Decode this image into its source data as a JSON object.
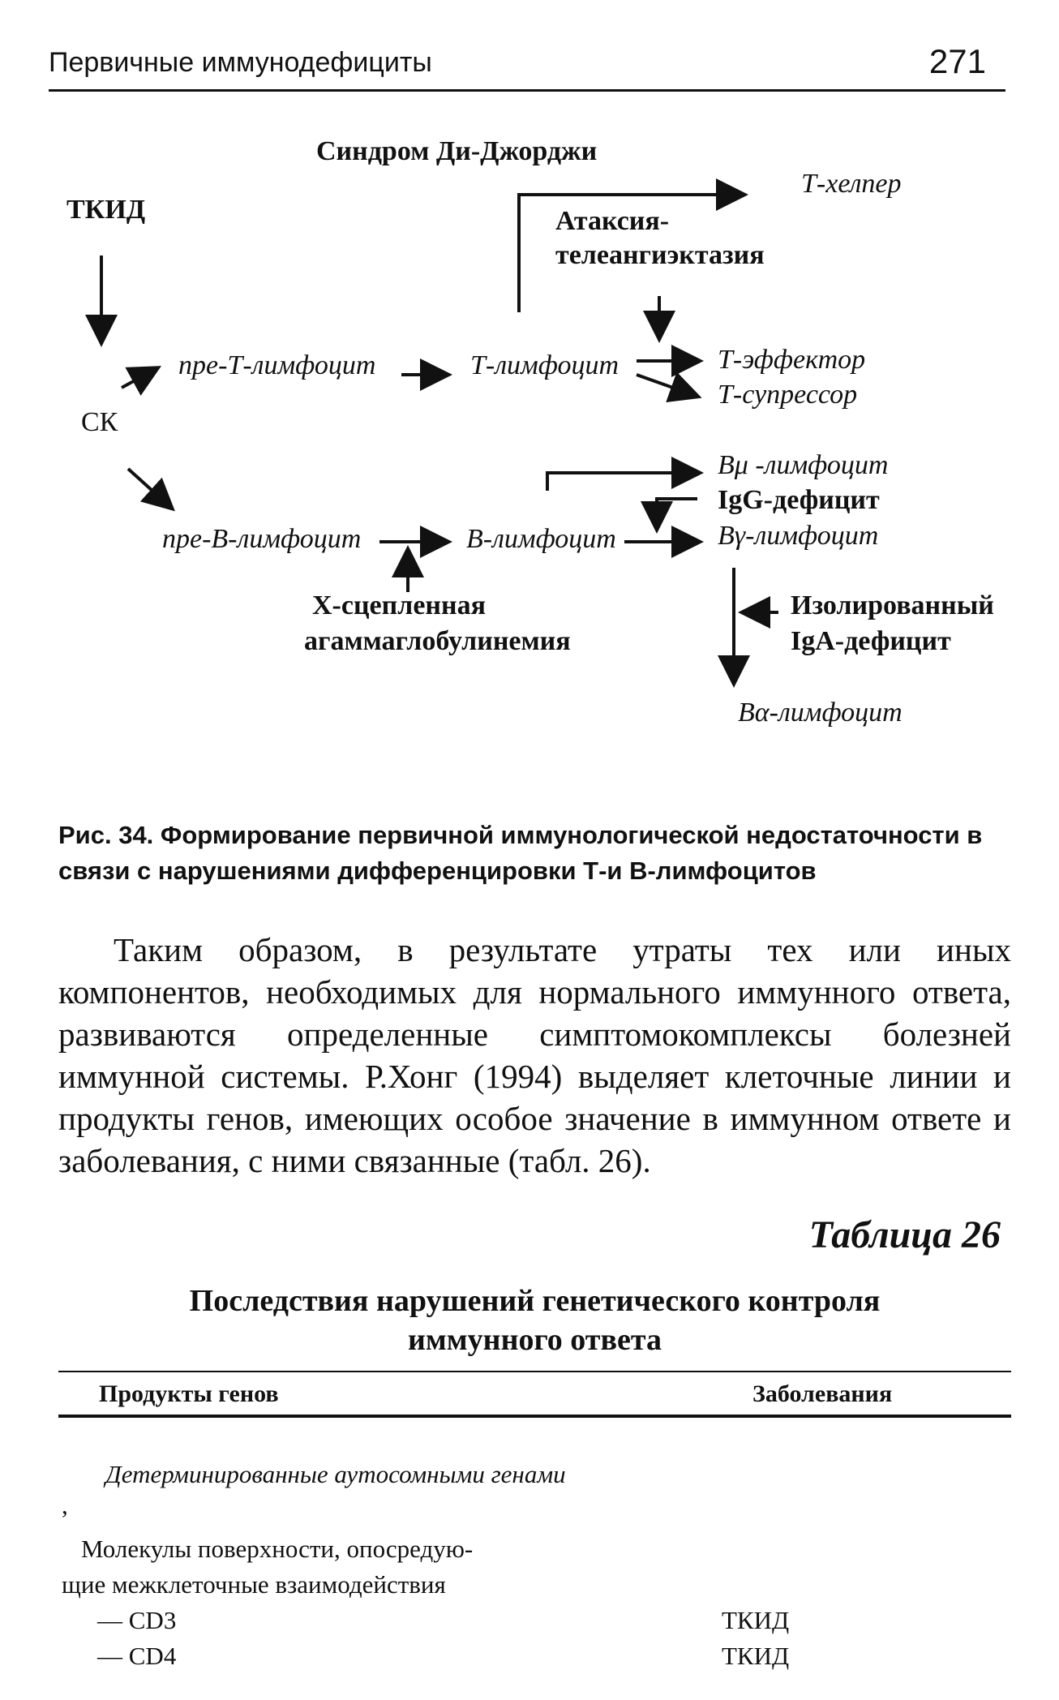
{
  "header": {
    "title": "Первичные иммунодефициты",
    "page_number": "271"
  },
  "diagram": {
    "tkid": "ТКИД",
    "digeorge": "Синдром Ди-Джорджи",
    "t_helper": "Т-хелпер",
    "ataxia_line1": "Атаксия-",
    "ataxia_line2": "телеангиэктазия",
    "ck": "СК",
    "pre_t": "пре-Т-лимфоцит",
    "t_lymph": "Т-лимфоцит",
    "t_effector": "Т-эффектор",
    "t_suppressor": "Т-супрессор",
    "b_mu": "Bμ -лимфоцит",
    "igg_deficit": "IgG-дефицит",
    "pre_b": "пре-В-лимфоцит",
    "b_lymph": "В-лимфоцит",
    "b_gamma": "Вγ-лимфоцит",
    "x_linked_line1": "Х-сцепленная",
    "x_linked_line2": "агаммаглобулинемия",
    "iga_line1": "Изолированный",
    "iga_line2": "IgA-дефицит",
    "b_alpha": "Вα-лимфоцит"
  },
  "caption": "Рис. 34. Формирование первичной иммунологической недостаточности в связи с нарушениями дифференцировки Т-и В-лимфоцитов",
  "body_paragraph": "Таким образом, в результате утраты тех или иных компонентов, необходимых для нормального иммунного ответа, развиваются определенные симптомокомплексы болезней иммунной системы. Р.Хонг (1994) выделяет клеточные линии и продукты генов, имеющих особое значение в иммунном ответе и заболевания, с ними связанные (табл. 26).",
  "table": {
    "label": "Таблица 26",
    "title_line1": "Последствия нарушений генетического контроля",
    "title_line2": "иммунного ответа",
    "col_genes": "Продукты генов",
    "col_diseases": "Заболевания",
    "section": "Детерминированные аутосомными генами",
    "mark": ",",
    "group_line1": "Молекулы поверхности, опосредую-",
    "group_line2": "щие межклеточные взаимодействия",
    "rows": [
      {
        "gene": "— CD3",
        "disease": "ТКИД"
      },
      {
        "gene": "— CD4",
        "disease": "ТКИД"
      }
    ]
  }
}
